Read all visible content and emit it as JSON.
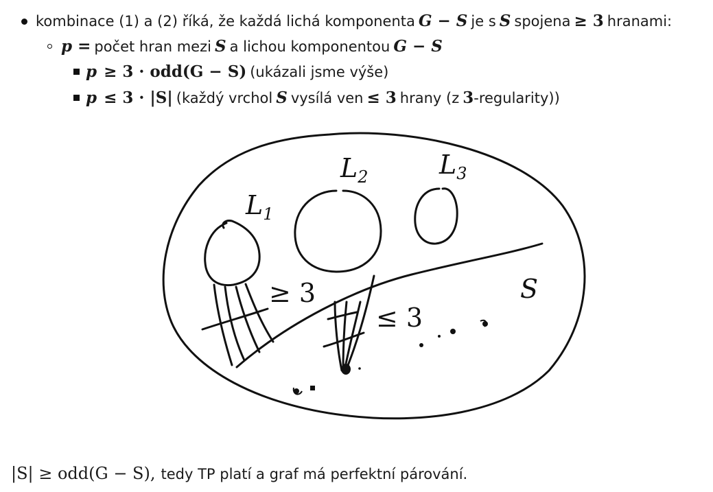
{
  "bullets": [
    {
      "level": 1,
      "parts": [
        {
          "t": "text",
          "v": "kombinace (1) a (2) říká, že každá lichá komponenta"
        },
        {
          "t": "math",
          "v": "G − S"
        },
        {
          "t": "text",
          "v": "je s"
        },
        {
          "t": "math",
          "v": "S"
        },
        {
          "t": "text",
          "v": "spojena"
        },
        {
          "t": "mathup",
          "v": "≥ 3"
        },
        {
          "t": "text",
          "v": "hranami:"
        }
      ]
    },
    {
      "level": 2,
      "parts": [
        {
          "t": "math",
          "v": "p ="
        },
        {
          "t": "text",
          "v": "počet hran mezi"
        },
        {
          "t": "math",
          "v": "S"
        },
        {
          "t": "text",
          "v": "a lichou komponentou"
        },
        {
          "t": "math",
          "v": "G − S"
        }
      ]
    },
    {
      "level": 3,
      "parts": [
        {
          "t": "math",
          "v": "p"
        },
        {
          "t": "mathup",
          "v": "≥ 3 · odd(G − S)"
        },
        {
          "t": "text",
          "v": "(ukázali jsme výše)"
        }
      ]
    },
    {
      "level": 3,
      "parts": [
        {
          "t": "math",
          "v": "p"
        },
        {
          "t": "mathup",
          "v": "≤ 3 · |S|"
        },
        {
          "t": "text",
          "v": "(každý vrchol"
        },
        {
          "t": "math",
          "v": "S"
        },
        {
          "t": "text",
          "v": "vysílá ven"
        },
        {
          "t": "mathup",
          "v": "≤ 3"
        },
        {
          "t": "text",
          "v": "hrany (z"
        },
        {
          "t": "mathup",
          "v": "3"
        },
        {
          "t": "text",
          "v": "-regularity))"
        }
      ]
    }
  ],
  "sketch": {
    "L1": "L",
    "L1_sub": "1",
    "L2": "L",
    "L2_sub": "2",
    "L3": "L",
    "L3_sub": "3",
    "geq3": "≥ 3",
    "leq3": "≤ 3",
    "S": "S"
  },
  "conclusion": {
    "math": "|S| ≥ odd(G − S),",
    "text": "tedy TP platí a graf má perfektní párování."
  }
}
